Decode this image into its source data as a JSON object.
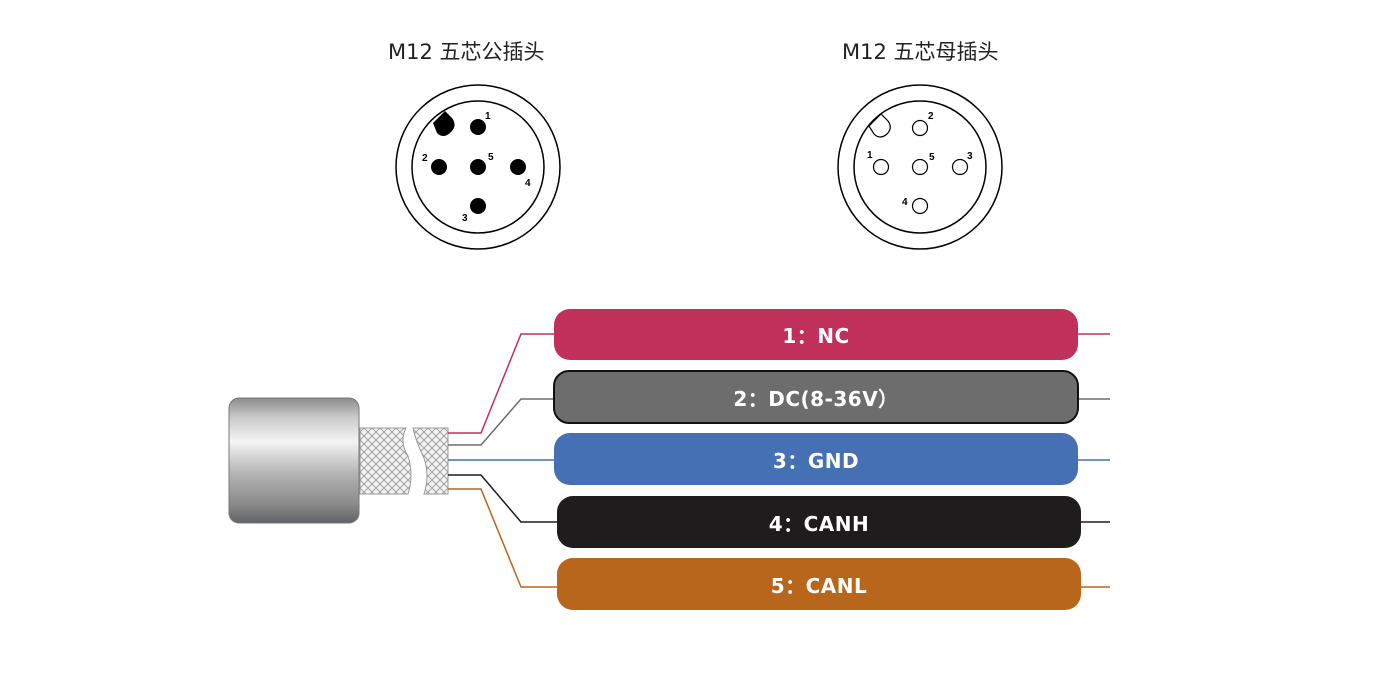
{
  "connectors": {
    "male": {
      "title": "M12 五芯公插头",
      "pins": [
        {
          "num": "1"
        },
        {
          "num": "2"
        },
        {
          "num": "3"
        },
        {
          "num": "4"
        },
        {
          "num": "5"
        }
      ]
    },
    "female": {
      "title": "M12 五芯母插头",
      "pins": [
        {
          "num": "1"
        },
        {
          "num": "2"
        },
        {
          "num": "3"
        },
        {
          "num": "4"
        },
        {
          "num": "5"
        }
      ]
    }
  },
  "wires": [
    {
      "label": "1：NC",
      "color": "#c0305a"
    },
    {
      "label": "2：DC(8-36V）",
      "color": "#6e6d6e"
    },
    {
      "label": "3：GND",
      "color": "#4570b4"
    },
    {
      "label": "4：CANH",
      "color": "#1e1c1d"
    },
    {
      "label": "5：CANL",
      "color": "#b8661c"
    }
  ]
}
